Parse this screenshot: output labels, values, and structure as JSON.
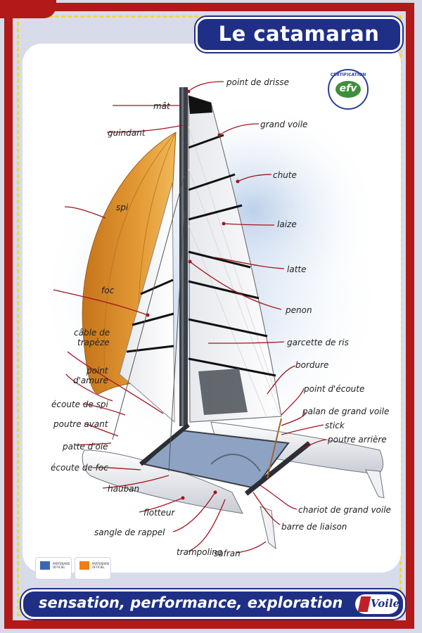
{
  "title": "Le catamaran",
  "footer": {
    "slogan": "sensation, performance, exploration",
    "logo_text": "Voile"
  },
  "seal": {
    "top_text": "CERTIFICATION",
    "text": "efv"
  },
  "partners": [
    {
      "label": "PARTENAIRE OFFICIEL"
    },
    {
      "label": "PARTENAIRE OFFICIEL"
    }
  ],
  "colors": {
    "frame": "#b21919",
    "dash": "#f3d545",
    "banner": "#1f2f86",
    "spinnaker": "#d98a24",
    "leader": "#a3141c"
  },
  "labels": {
    "point_de_drisse": "point de drisse",
    "mat": "mât",
    "grand_voile": "grand voile",
    "guindant": "guindant",
    "chute": "chute",
    "spi": "spi",
    "laize": "laize",
    "latte": "latte",
    "foc": "foc",
    "penon": "penon",
    "cable_de_trapeze_1": "câble de",
    "cable_de_trapeze_2": "trapèze",
    "garcette_de_ris": "garcette de ris",
    "bordure": "bordure",
    "point_damure_1": "point",
    "point_damure_2": "d'amure",
    "point_decoute": "point d'écoute",
    "ecoute_de_spi": "écoute de spi",
    "palan_de_grand_voile": "palan de grand voile",
    "poutre_avant": "poutre avant",
    "stick": "stick",
    "patte_doie": "patte d'oie",
    "poutre_arriere": "poutre arrière",
    "ecoute_de_foc": "écoute de foc",
    "hauban": "hauban",
    "chariot_de_grand_voile": "chariot de grand voile",
    "flotteur": "flotteur",
    "barre_de_liaison": "barre de liaison",
    "sangle_de_rappel": "sangle de rappel",
    "trampoline": "trampoline",
    "safran": "safran"
  }
}
